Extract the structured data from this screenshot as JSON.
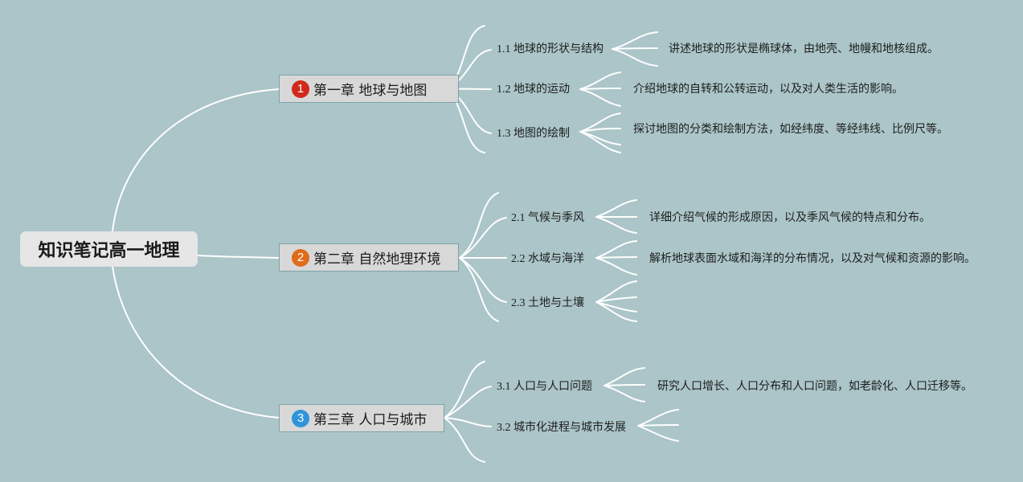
{
  "root": {
    "title": "知识笔记高一地理"
  },
  "colors": {
    "background": "#abc5c8",
    "line": "#ffffff",
    "badge_1": "#cf2a1b",
    "badge_2": "#e06b1a",
    "badge_3": "#2f94d9"
  },
  "chapters": [
    {
      "badge": "1",
      "title": "第一章 地球与地图",
      "sections": [
        {
          "title": "1.1 地球的形状与结构",
          "desc": "讲述地球的形状是椭球体，由地壳、地幔和地核组成。"
        },
        {
          "title": "1.2 地球的运动",
          "desc": "介绍地球的自转和公转运动，以及对人类生活的影响。"
        },
        {
          "title": "1.3 地图的绘制",
          "desc": "探讨地图的分类和绘制方法，如经纬度、等经纬线、比例尺等。"
        }
      ]
    },
    {
      "badge": "2",
      "title": "第二章 自然地理环境",
      "sections": [
        {
          "title": "2.1 气候与季风",
          "desc": "详细介绍气候的形成原因，以及季风气候的特点和分布。"
        },
        {
          "title": "2.2 水域与海洋",
          "desc": "解析地球表面水域和海洋的分布情况，以及对气候和资源的影响。"
        },
        {
          "title": "2.3 土地与土壤",
          "desc": ""
        }
      ]
    },
    {
      "badge": "3",
      "title": "第三章 人口与城市",
      "sections": [
        {
          "title": "3.1 人口与人口问题",
          "desc": "研究人口增长、人口分布和人口问题，如老龄化、人口迁移等。"
        },
        {
          "title": "3.2 城市化进程与城市发展",
          "desc": ""
        }
      ]
    }
  ]
}
